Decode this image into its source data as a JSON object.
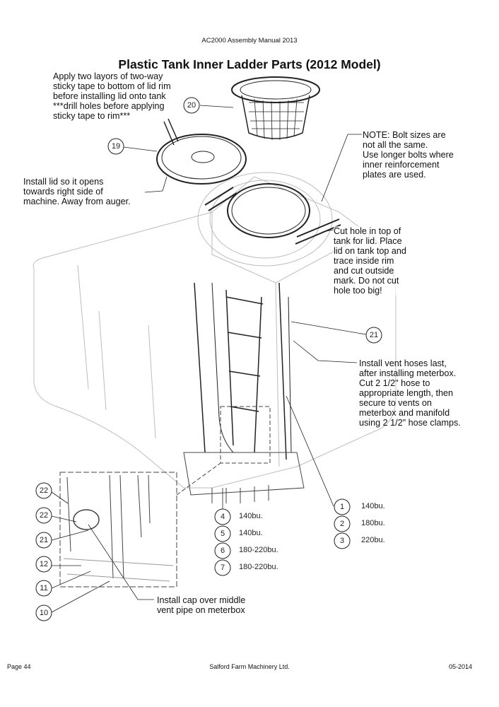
{
  "header": {
    "manual_title": "AC2000 Assembly Manual 2013"
  },
  "page_title": "Plastic Tank Inner Ladder Parts (2012 Model)",
  "notes": {
    "sticky_tape": "Apply two layors of two-way\nsticky tape to bottom of lid rim\nbefore installing lid onto tank\n***drill holes before applying\nsticky tape to rim***",
    "lid_direction": "Install lid so it opens\ntowards right side of\nmachine. Away from auger.",
    "bolt_sizes": "NOTE: Bolt sizes are\nnot all the same.\nUse longer bolts where\ninner reinforcement\nplates are used.",
    "cut_hole": "Cut hole in top of\ntank for lid. Place\nlid on tank top and\ntrace inside rim\nand cut outside\nmark. Do not cut\nhole too big!",
    "vent_hoses": "Install vent hoses last,\nafter installing meterbox.\nCut 2 1/2\" hose to\nappropriate length, then\nsecure to vents on\nmeterbox and manifold\nusing 2 1/2\" hose clamps.",
    "cap": "Install cap over middle\nvent pipe on meterbox"
  },
  "callouts": {
    "c20": "20",
    "c19": "19",
    "c21": "21",
    "c22a": "22",
    "c22b": "22",
    "c21b": "21",
    "c12": "12",
    "c11": "11",
    "c10": "10"
  },
  "legend_left": [
    {
      "num": "4",
      "size": "140bu."
    },
    {
      "num": "5",
      "size": "140bu."
    },
    {
      "num": "6",
      "size": "180-220bu."
    },
    {
      "num": "7",
      "size": "180-220bu."
    }
  ],
  "legend_right": [
    {
      "num": "1",
      "size": "140bu."
    },
    {
      "num": "2",
      "size": "180bu."
    },
    {
      "num": "3",
      "size": "220bu."
    }
  ],
  "footer": {
    "page": "Page 44",
    "company": "Salford Farm Machinery Ltd.",
    "date": "05-2014"
  }
}
